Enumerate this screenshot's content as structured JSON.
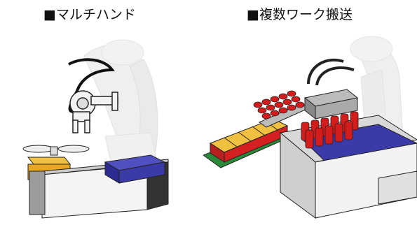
{
  "left": {
    "caption": "■マルチハンド",
    "colors": {
      "tray": "#3a3aa8",
      "block": "#e8a820",
      "robot": "#e6e6e6"
    },
    "icon": "multi-hand-robot-illustration"
  },
  "right": {
    "caption": "■複数ワーク搬送",
    "colors": {
      "conveyor": "#3a3aa8",
      "bottle": "#d41c1c",
      "trayYellow": "#e8b020",
      "trayRed": "#d42020",
      "base": "#2a8a3a"
    },
    "icon": "multi-workpiece-transfer-illustration"
  }
}
